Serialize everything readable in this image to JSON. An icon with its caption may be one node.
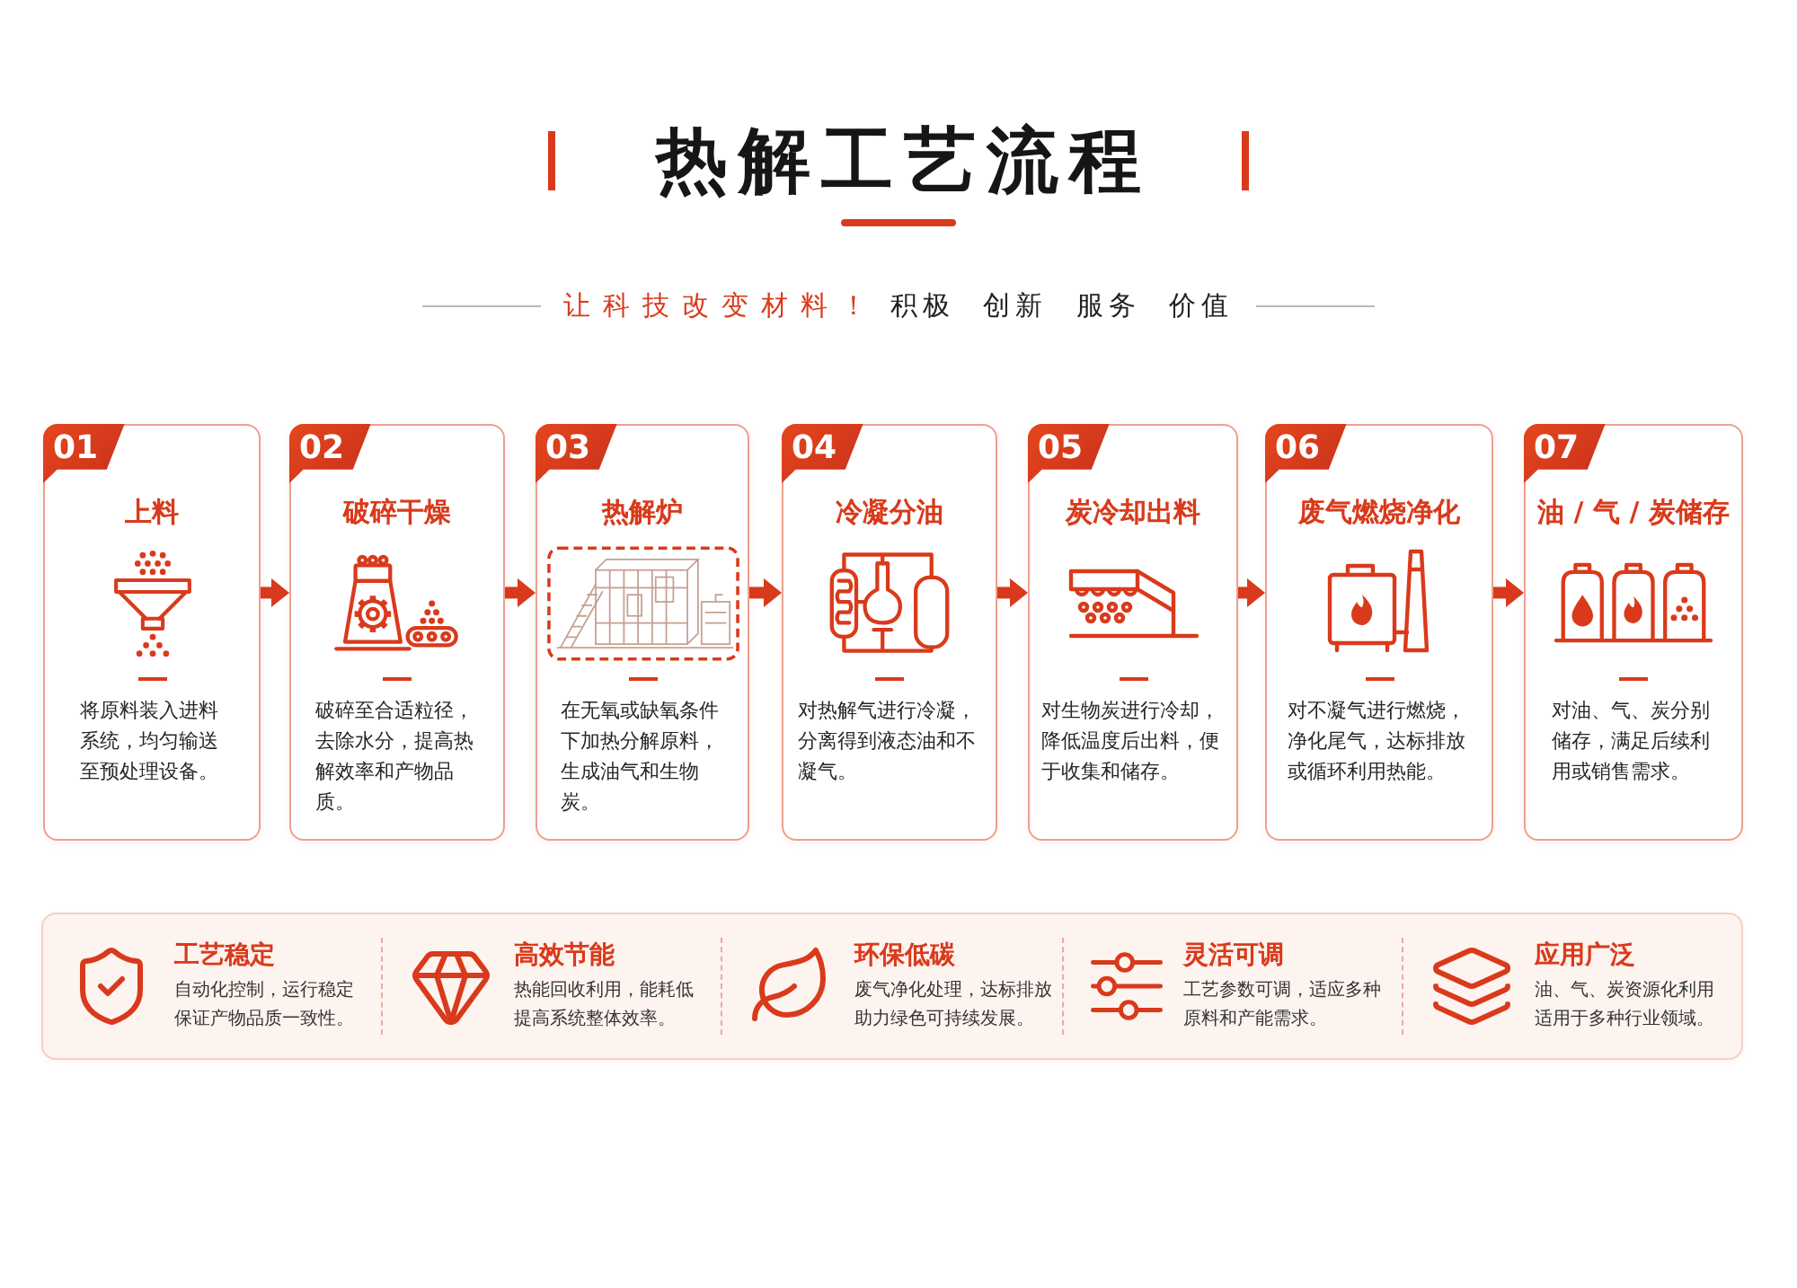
{
  "diagram": {
    "title": "热解工艺流程",
    "nodes": [
      {
        "text": [
          "上料",
          "将原料装入进料系统，均匀输送至预处理设备。"
        ]
      },
      {
        "text": [
          "01"
        ],
        "in": 0
      },
      {
        "text": [
          "破碎干燥",
          "破碎至合适粒径，去除水分，提高热解效率和产物品质。"
        ]
      },
      {
        "text": [
          "02"
        ],
        "in": 2
      },
      {
        "text": [
          "热解炉",
          "在无氧或缺氧条件下加热分解原料，生成油气和生物炭。"
        ]
      },
      {
        "text": [
          "03"
        ],
        "in": 4
      },
      {
        "text": [
          "冷凝分油",
          "对热解气进行冷凝，分离得到液态油和不凝气。"
        ]
      },
      {
        "text": [
          "04"
        ],
        "in": 6
      },
      {
        "text": [
          "炭冷却出料",
          "对生物炭进行冷却，降低温度后出料，便于收集和储存。"
        ]
      },
      {
        "text": [
          "05"
        ],
        "in": 8
      },
      {
        "text": [
          "废气燃烧净化",
          "对不凝气进行燃烧，净化尾气，达标排放或循环利用热能。"
        ]
      },
      {
        "text": [
          "06"
        ],
        "in": 10
      },
      {
        "text": [
          "油 / 气 / 炭储存",
          "对油、气、炭分别储存，满足后续利用或销售需求。"
        ]
      },
      {
        "text": [
          "07"
        ],
        "in": 12
      },
      {
        "text": [
          "工艺稳定",
          "自动化控制，运行稳定保证产物品质一致性。",
          "高效节能",
          "热能回收利用，能耗低提高系统整体效率。",
          "环保低碳",
          "废气净化处理，达标排放助力绿色可持续发展。",
          "灵活可调",
          "工艺参数可调，适应多种原料和产能需求。",
          "应用广泛",
          "油、气、炭资源化利用适用于多种行业领域。"
        ]
      }
    ],
    "edges": [
      {
        "from": 0,
        "to": 2,
        "arrow": "to"
      },
      {
        "from": 2,
        "to": 4,
        "arrow": "to"
      },
      {
        "from": 4,
        "to": 6,
        "arrow": "to"
      },
      {
        "from": 6,
        "to": 8,
        "arrow": "to"
      },
      {
        "from": 8,
        "to": 10,
        "arrow": "to"
      },
      {
        "from": 10,
        "to": 12,
        "arrow": "to"
      }
    ],
    "labels": [
      "让科技改变材料！",
      "积极 创新 服务 价值"
    ]
  }
}
